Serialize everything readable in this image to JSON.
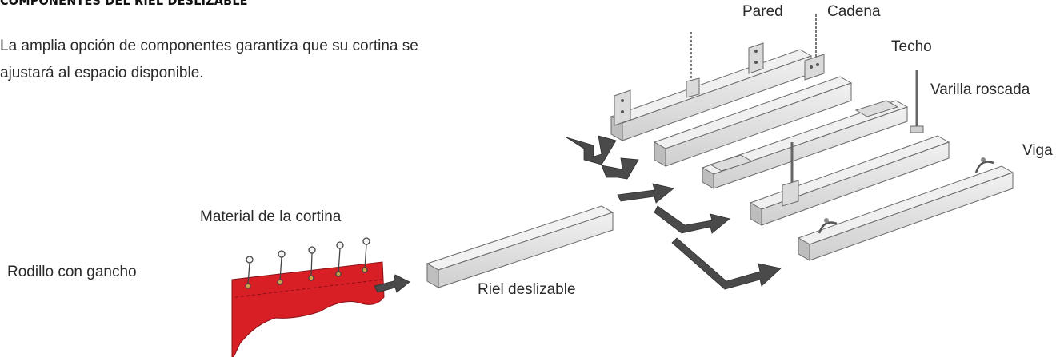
{
  "header": {
    "title": "COMPONENTES DEL RIEL DESLIZABLE",
    "intro": "La amplia opción de componentes garantiza que su cortina se ajustará al espacio disponible."
  },
  "diagram": {
    "labels": {
      "pared": "Pared",
      "cadena": "Cadena",
      "techo": "Techo",
      "varilla": "Varilla roscada",
      "viga": "Viga",
      "material": "Material de la cortina",
      "rodillo": "Rodillo con gancho",
      "riel": "Riel deslizable"
    },
    "colors": {
      "curtain": "#d81f26",
      "rail_fill": "#e2e2e2",
      "rail_stroke": "#6a6a6a",
      "arrow": "#4a4a4a"
    }
  }
}
